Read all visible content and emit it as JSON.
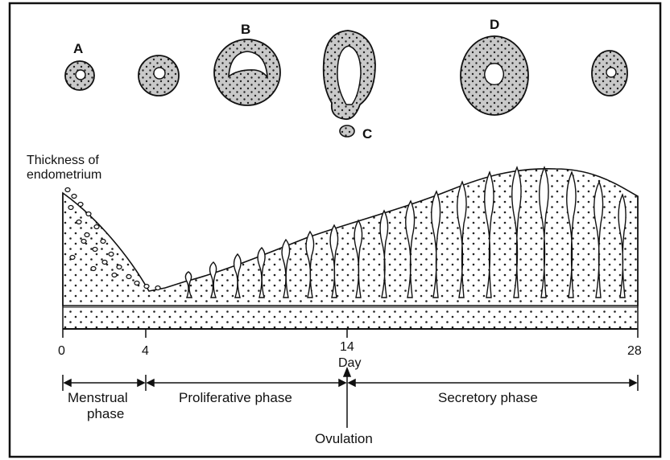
{
  "follicle_labels": {
    "a": "A",
    "b": "B",
    "c": "C",
    "d": "D"
  },
  "y_axis": {
    "line1": "Thickness of",
    "line2": "endometrium"
  },
  "x_axis": {
    "title": "Day",
    "ticks": [
      "0",
      "4",
      "14",
      "28"
    ]
  },
  "phases": {
    "menstrual_line1": "Menstrual",
    "menstrual_line2": "phase",
    "proliferative": "Proliferative phase",
    "secretory": "Secretory phase",
    "ovulation": "Ovulation"
  },
  "colors": {
    "ink": "#111111",
    "fill": "#c8c8c8",
    "background": "#ffffff"
  }
}
